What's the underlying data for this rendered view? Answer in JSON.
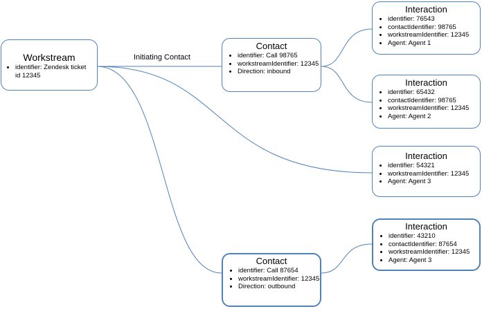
{
  "workstream": {
    "title": "Workstream",
    "props": [
      "identifier: Zendesk ticket id 12345"
    ]
  },
  "edge_label": "Initiating Contact",
  "contacts": [
    {
      "title": "Contact",
      "props": [
        "identifier: Call 98765",
        "workstreamIdentifier: 12345",
        "Direction: inbound"
      ]
    },
    {
      "title": "Contact",
      "props": [
        "identifier: Call 87654",
        "workstreamIdentifier: 12345",
        "Direction: outbound"
      ]
    }
  ],
  "interactions": [
    {
      "title": "Interaction",
      "props": [
        "identifier: 76543",
        "contactIdentifier: 98765",
        "workstreamIdentifier: 12345",
        "Agent: Agent 1"
      ]
    },
    {
      "title": "Interaction",
      "props": [
        "identifier: 65432",
        "contactIdentifier: 98765",
        "workstreamIdentifier: 12345",
        "Agent: Agent 2"
      ]
    },
    {
      "title": "Interaction",
      "props": [
        "identifier: 54321",
        "workstreamIdentifier: 12345",
        "Agent: Agent 3"
      ]
    },
    {
      "title": "Interaction",
      "props": [
        "identifier: 43210",
        "contactIdentifier: 87654",
        "workstreamIdentifier: 12345",
        "Agent: Agent 3"
      ]
    }
  ],
  "colors": {
    "node_border": "#4f81bd",
    "connector": "#4f81bd"
  }
}
